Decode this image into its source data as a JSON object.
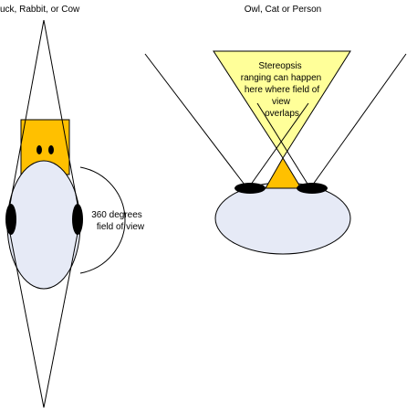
{
  "left_panel": {
    "title": "Duck, Rabbit, or Cow",
    "annotation": [
      "360 degrees",
      "field of view"
    ]
  },
  "right_panel": {
    "title": "Owl, Cat or Person",
    "callout": [
      "Stereopsis",
      "ranging can happen",
      "here where field of",
      "view",
      "overlaps"
    ]
  },
  "colors": {
    "body_fill": "#e6eaf6",
    "head_fill": "#ffc000",
    "callout_fill": "#ffff99",
    "eye_fill": "#000000",
    "line": "#000000"
  },
  "icons": {
    "eye": "black-ellipse",
    "head": "orange-square"
  }
}
